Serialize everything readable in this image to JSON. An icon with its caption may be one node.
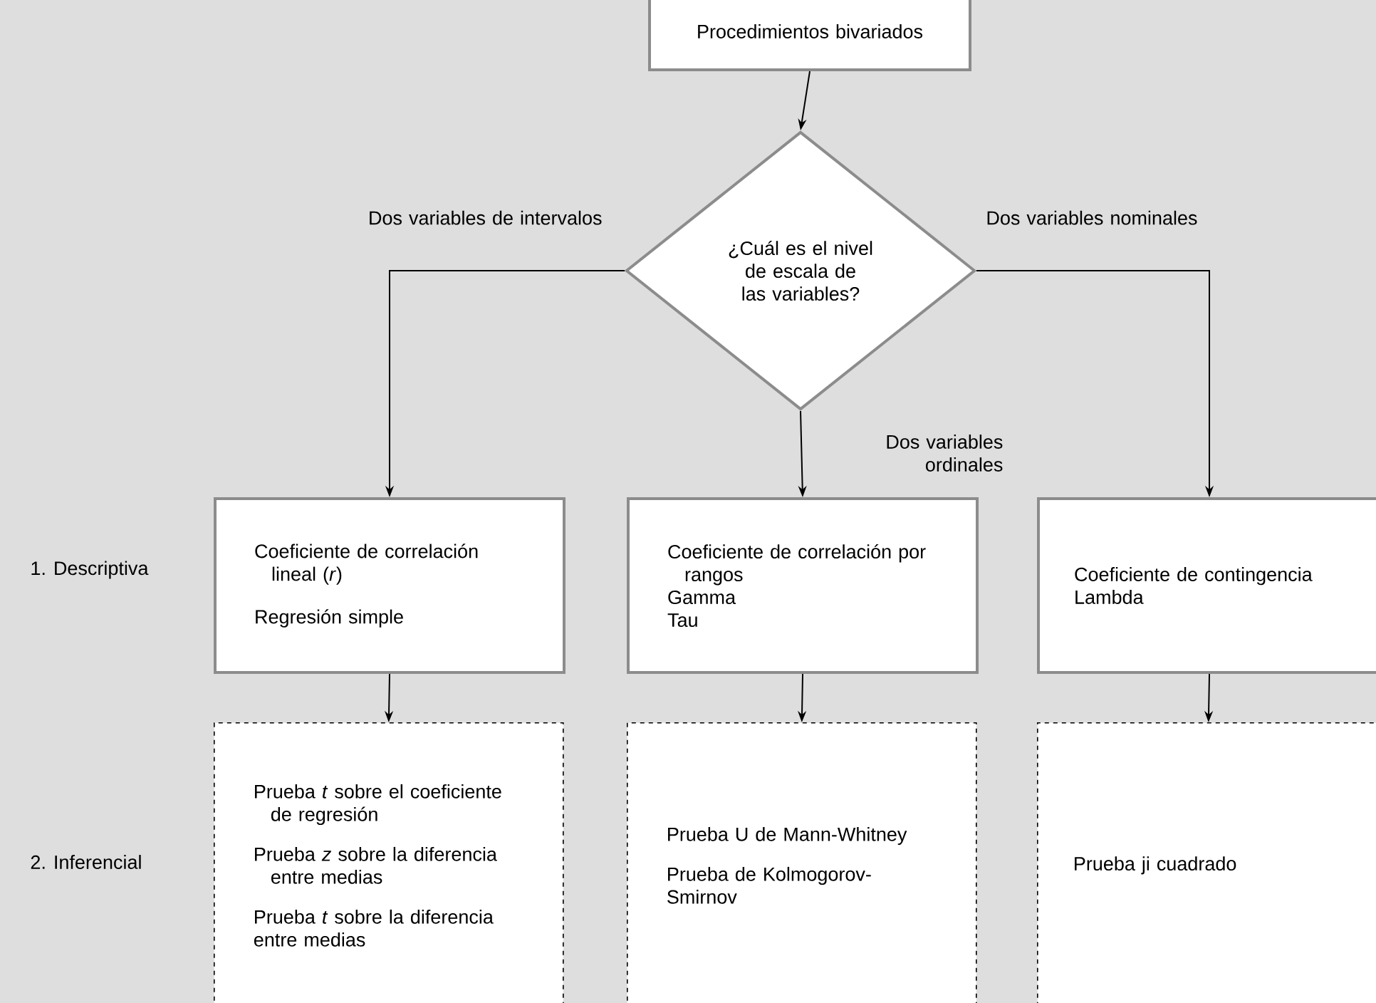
{
  "diagram": {
    "nodes": [
      {
        "text": [
          "Procedimientos bivariados"
        ]
      },
      {
        "text": [
          "¿Cuál es el nivel de escala de las variables?"
        ]
      },
      {
        "text": [
          "Coeficiente de correlación lineal (*r*)",
          "Regresión simple"
        ]
      },
      {
        "text": [
          "Coeficiente de correlación por rangos",
          "Gamma",
          "Tau"
        ]
      },
      {
        "text": [
          "Coeficiente de contingencia",
          "Lambda"
        ]
      },
      {
        "text": [
          "Prueba *t* sobre el coeficiente de regresión",
          "Prueba *z* sobre la diferencia entre medias",
          "Prueba *t* sobre la diferencia entre medias"
        ]
      },
      {
        "text": [
          "Prueba U de Mann-Whitney",
          "Prueba de Kolmogorov-Smirnov"
        ]
      },
      {
        "text": [
          "Prueba ji cuadrado"
        ]
      }
    ],
    "edges": [
      {
        "from": 0,
        "to": 1,
        "arrow": "to"
      },
      {
        "from": 1,
        "to": 2,
        "arrow": "to",
        "label": "Dos variables de intervalos"
      },
      {
        "from": 1,
        "to": 3,
        "arrow": "to",
        "label": "Dos variables ordinales"
      },
      {
        "from": 1,
        "to": 4,
        "arrow": "to",
        "label": "Dos variables nominales"
      },
      {
        "from": 2,
        "to": 5,
        "arrow": "to"
      },
      {
        "from": 3,
        "to": 6,
        "arrow": "to"
      },
      {
        "from": 4,
        "to": 7,
        "arrow": "to"
      }
    ],
    "labels": [
      "1. Descriptiva",
      "2. Inferencial"
    ]
  }
}
